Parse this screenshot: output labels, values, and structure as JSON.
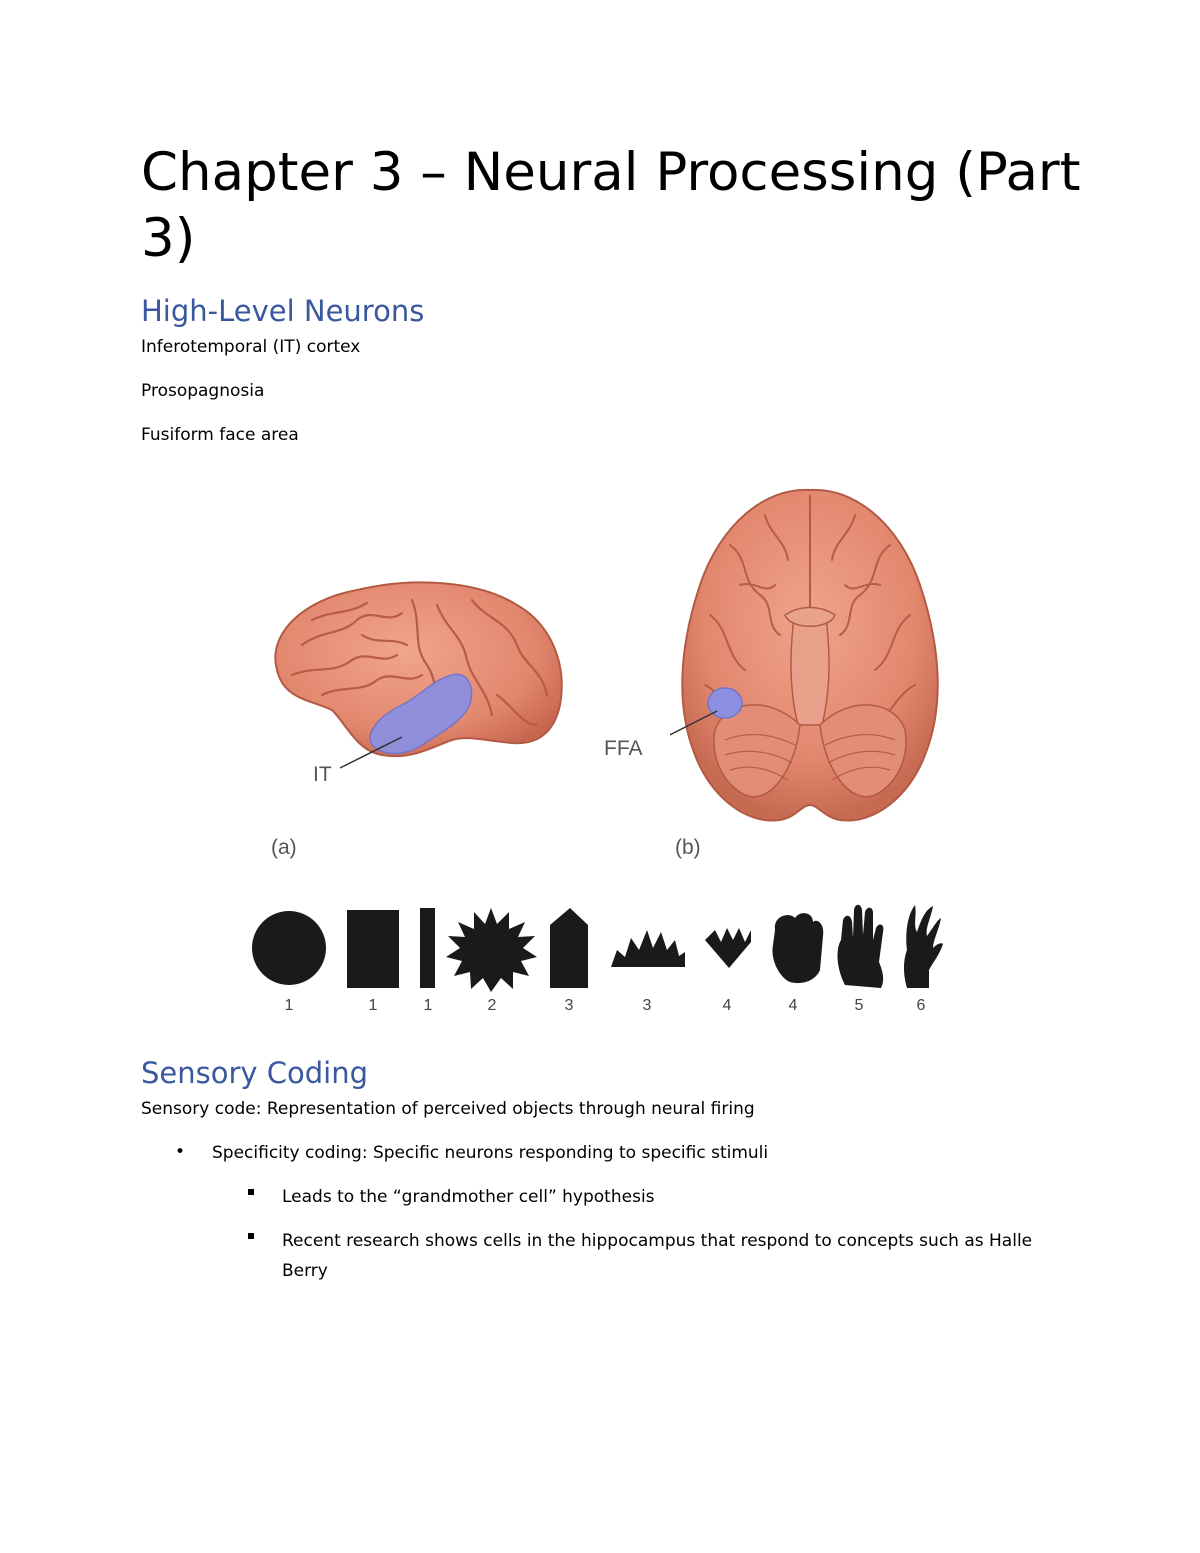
{
  "title": "Chapter 3 – Neural Processing (Part 3)",
  "section1": {
    "heading": "High-Level Neurons",
    "items": [
      "Inferotemporal (IT) cortex",
      "Prosopagnosia",
      "Fusiform face area"
    ]
  },
  "figure_brains": {
    "label_it": "IT",
    "label_ffa": "FFA",
    "caption_a": "(a)",
    "caption_b": "(b)",
    "colors": {
      "brain": "#e2876e",
      "brain_dark": "#b85c46",
      "highlight": "#8d8fe0"
    }
  },
  "figure_shapes": {
    "numbers": [
      "1",
      "1",
      "1",
      "2",
      "3",
      "3",
      "4",
      "4",
      "5",
      "6"
    ]
  },
  "section2": {
    "heading": "Sensory Coding",
    "intro": "Sensory code: Representation of perceived objects through neural firing",
    "bullet": "Specificity coding: Specific neurons responding to specific stimuli",
    "sub_bullets": [
      "Leads to the “grandmother cell” hypothesis",
      "Recent research shows cells in the hippocampus that respond to concepts such as Halle",
      "Berry"
    ]
  }
}
